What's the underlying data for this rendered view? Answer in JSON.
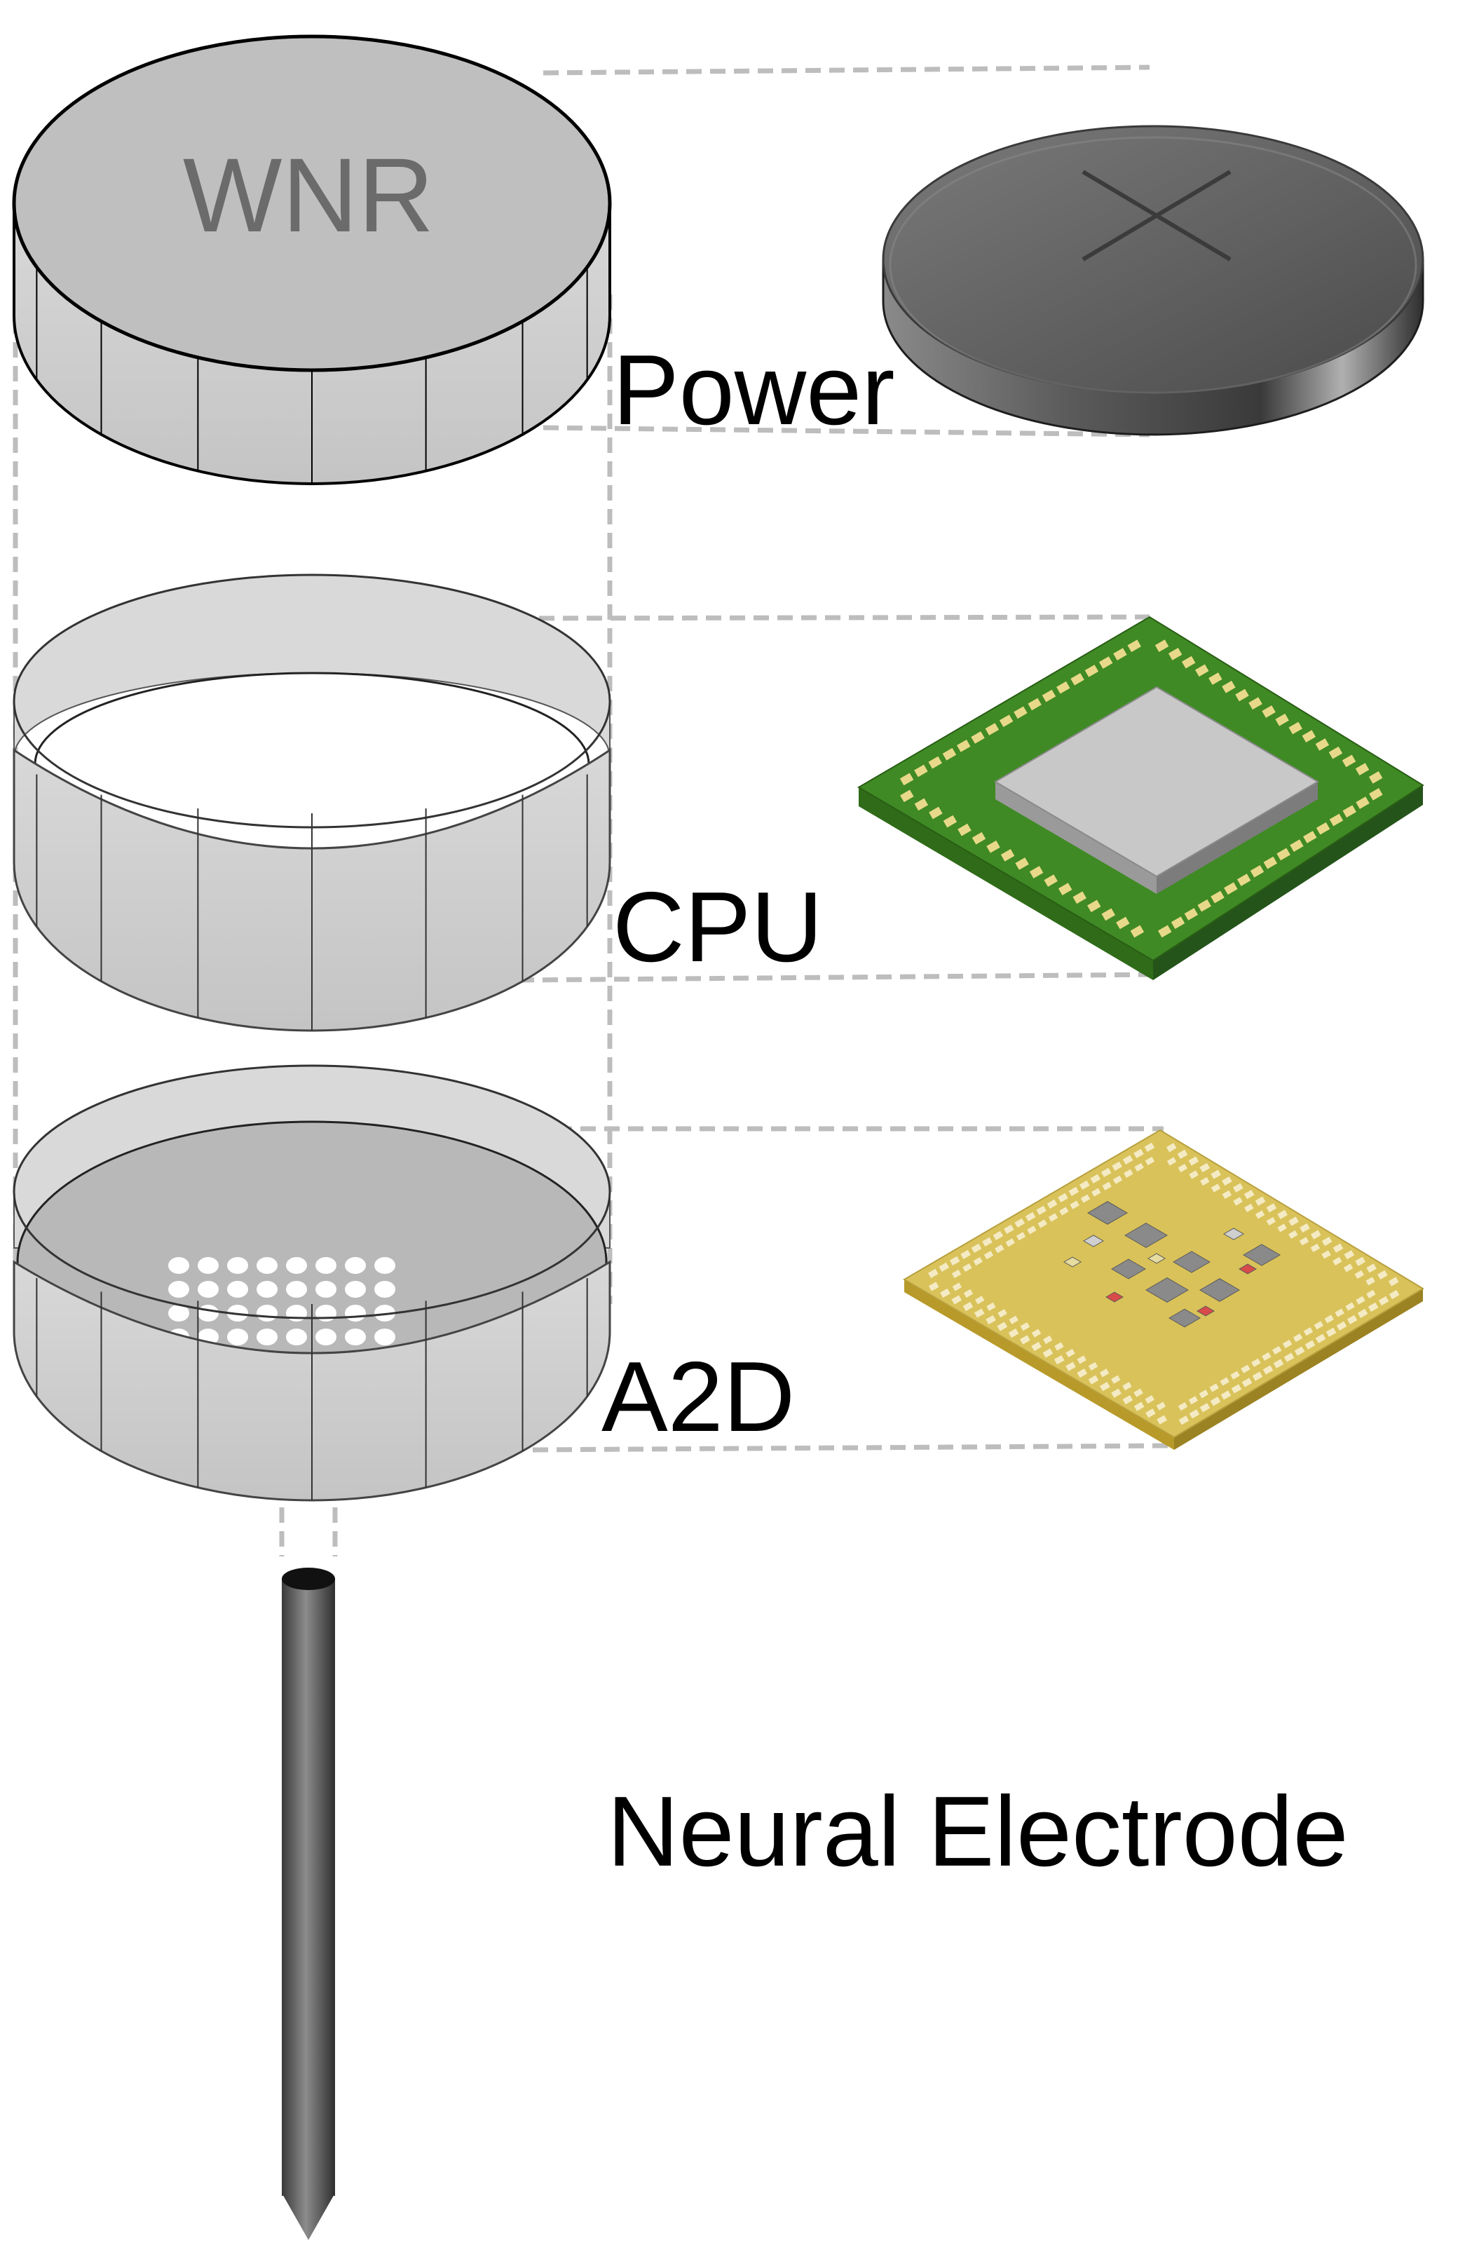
{
  "labels": {
    "housing_mark": "WNR",
    "power": "Power",
    "cpu": "CPU",
    "a2d": "A2D",
    "neural_electrode": "Neural Electrode"
  },
  "colors": {
    "housing_side": "#cdcdcd",
    "housing_top": "#bdbdbd",
    "housing_mark": "#6b6b6b",
    "battery": "#6a6a6a",
    "cpu_board": "#3f8a24",
    "cpu_die": "#c6c6c6",
    "a2d_board": "#d9c25a",
    "electrode": "#4a4a4a",
    "guide_line": "#bdbdbd"
  },
  "a2d_hole_grid": {
    "rows": 4,
    "columns": 8
  },
  "housing_segments": 8
}
